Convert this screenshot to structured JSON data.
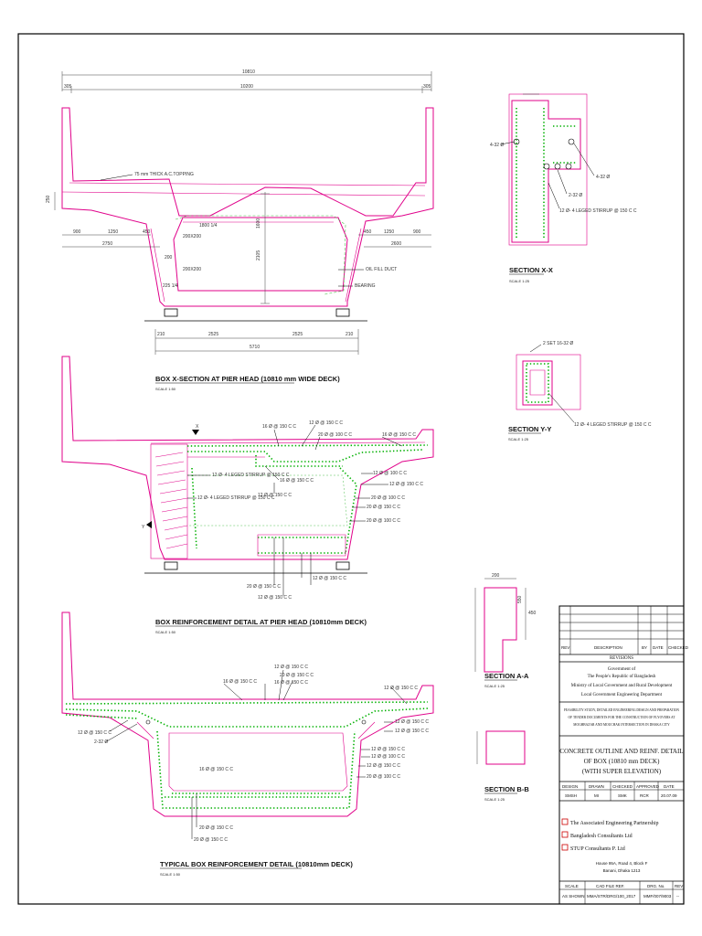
{
  "drawing": {
    "box_section": {
      "title": "BOX X-SECTION AT PIER HEAD (10810 mm WIDE DECK)",
      "scale": "SCALE 1:50",
      "dim_overall": "10810",
      "dim_inner": "10200",
      "dim_edge_left": "305",
      "dim_edge_right": "305",
      "dim_left_a": "900",
      "dim_left_b": "1250",
      "dim_left_c": "450",
      "dim_left_total": "2750",
      "dim_right_a": "450",
      "dim_right_b": "1250",
      "dim_right_c": "900",
      "dim_right_total": "2600",
      "dim_bottom_a": "210",
      "dim_bottom_b": "2525",
      "dim_bottom_c": "2525",
      "dim_bottom_d": "210",
      "dim_bottom_total": "5710",
      "note_topping": "75 mm THICK A.C.TOPPING",
      "note_ducts": "OIL FILL DUCT",
      "note_bearing": "BEARING"
    },
    "reinf_pier": {
      "title": "BOX REINFORCEMENT DETAIL AT PIER HEAD (10810mm DECK)",
      "scale": "SCALE 1:50",
      "callouts": [
        "16 Ø @ 150 C C",
        "12 Ø @ 150 C C",
        "20 Ø @ 100 C C",
        "16 Ø @ 150 C C",
        "12 Ø- 4 LEGED STIRRUP @ 150 C C",
        "12 Ø- 4 LEGED STIRRUP @ 150 C C",
        "16 Ø @ 150 C C",
        "12 Ø @ 100 C C",
        "12 Ø @ 150 C C",
        "20 Ø @ 100 C C",
        "20 Ø @ 150 C C",
        "20 Ø @ 100 C C",
        "12 Ø @ 150 C C",
        "12 Ø @ 150 C C",
        "20 Ø @ 150 C C",
        "12 Ø @ 150 C C"
      ],
      "section_marks": [
        "X",
        "Y"
      ]
    },
    "typical": {
      "title": "TYPICAL BOX REINFORCEMENT DETAIL (10810mm DECK)",
      "scale": "SCALE 1:50",
      "callouts": [
        "12 Ø @ 150 C C",
        "20 Ø @ 150 C C",
        "16 Ø @ 150 C C",
        "16 Ø @ 150 C C",
        "12 Ø @ 150 C C",
        "12 Ø @ 150 C C",
        "12 Ø @ 150 C C",
        "12 Ø @ 150 C C",
        "12 Ø @ 150 C C",
        "12 Ø @ 100 C C",
        "12 Ø @ 150 C C",
        "20 Ø @ 100 C C",
        "16 Ø @ 150 C C",
        "20 Ø @ 150 C C",
        "20 Ø @ 150 C C",
        "2-32 Ø"
      ]
    },
    "section_xx": {
      "title": "SECTION X-X",
      "scale": "SCALE 1:25",
      "callouts": [
        "4-32 Ø",
        "4-32 Ø",
        "2-32 Ø",
        "12 Ø- 4 LEGED STIRRUP @ 150 C C"
      ]
    },
    "section_yy": {
      "title": "SECTION Y-Y",
      "scale": "SCALE 1:25",
      "callouts": [
        "2 SET 16-32 Ø",
        "12 Ø- 4 LEGED STIRRUP @ 150 C C"
      ]
    },
    "section_aa": {
      "title": "SECTION A-A",
      "scale": "SCALE 1:25",
      "dims": [
        "200",
        "550",
        "450"
      ]
    },
    "section_bb": {
      "title": "SECTION B-B",
      "scale": "SCALE 1:25"
    }
  },
  "title_block": {
    "rev_headers": [
      "REV",
      "DESCRIPTION",
      "BY",
      "DATE",
      "CHECKED"
    ],
    "revisions_label": "REVISIONS",
    "authority": [
      "Government of",
      "The People's Republic of Bangladesh",
      "Ministry of Local Government and Rural Development",
      "Local Government Engineering Department"
    ],
    "project": [
      "FEASIBILITY STUDY, DETAILED ENGINEERING DESIGN AND PREPARATION",
      "OF TENDER DOCUMENTS FOR THE CONSTRUCTION OF FLYOVERS AT",
      "MOGHBAZAR AND MOUCHAK INTERSECTION IN DHAKA CITY"
    ],
    "drawing_title": [
      "CONCRETE OUTLINE AND REINF. DETAIL",
      "OF BOX (10810 mm DECK)",
      "(WITH SUPER ELEVATION)"
    ],
    "sign_headers": [
      "DESIGN",
      "DRAWN",
      "CHECKED",
      "APPROVED",
      "DATE"
    ],
    "sign_values": [
      "SMSH",
      "MI",
      "SMK",
      "RCR",
      "20.07.09"
    ],
    "consultants": [
      "The Associated Engineering Partnership",
      "Bangladesh Consultants Ltd",
      "STUP Consultants P. Ltd"
    ],
    "address": [
      "House 95A, Road 4, Block F",
      "Banani, Dhaka 1213"
    ],
    "bottom_headers": [
      "SCALE",
      "CAD FILE REF.",
      "DRG. No.",
      "REV"
    ],
    "bottom_values": [
      "AS SHOWN",
      "MMA/STR/DRG/100_2017",
      "MMF/007/9003",
      "--"
    ]
  }
}
